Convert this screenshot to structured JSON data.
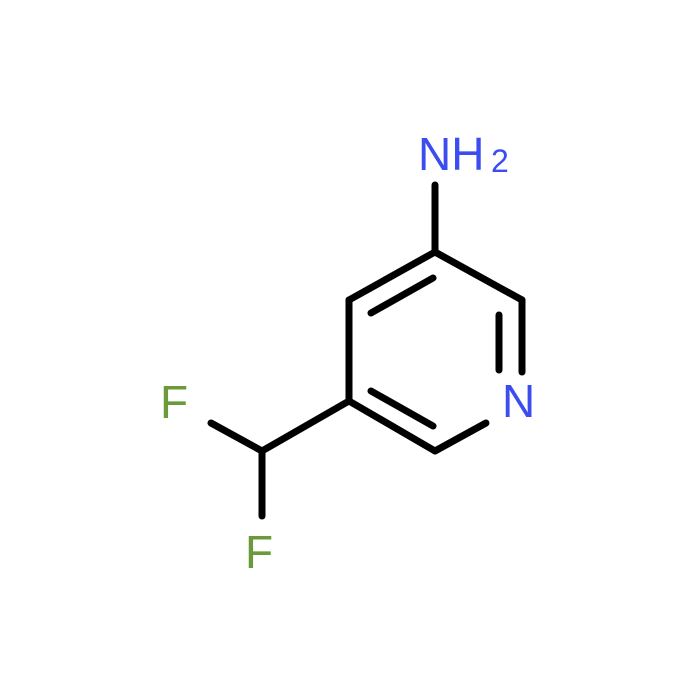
{
  "molecule": {
    "atoms": {
      "amine": {
        "symbol": "NH",
        "subscript": "2",
        "color": "#3b4cf0"
      },
      "ring_nitrogen": {
        "symbol": "N",
        "color": "#3b4cf0"
      },
      "fluorine_top": {
        "symbol": "F",
        "color": "#6a9a3a"
      },
      "fluorine_bottom": {
        "symbol": "F",
        "color": "#6a9a3a"
      }
    },
    "bond_color": "#000000"
  }
}
